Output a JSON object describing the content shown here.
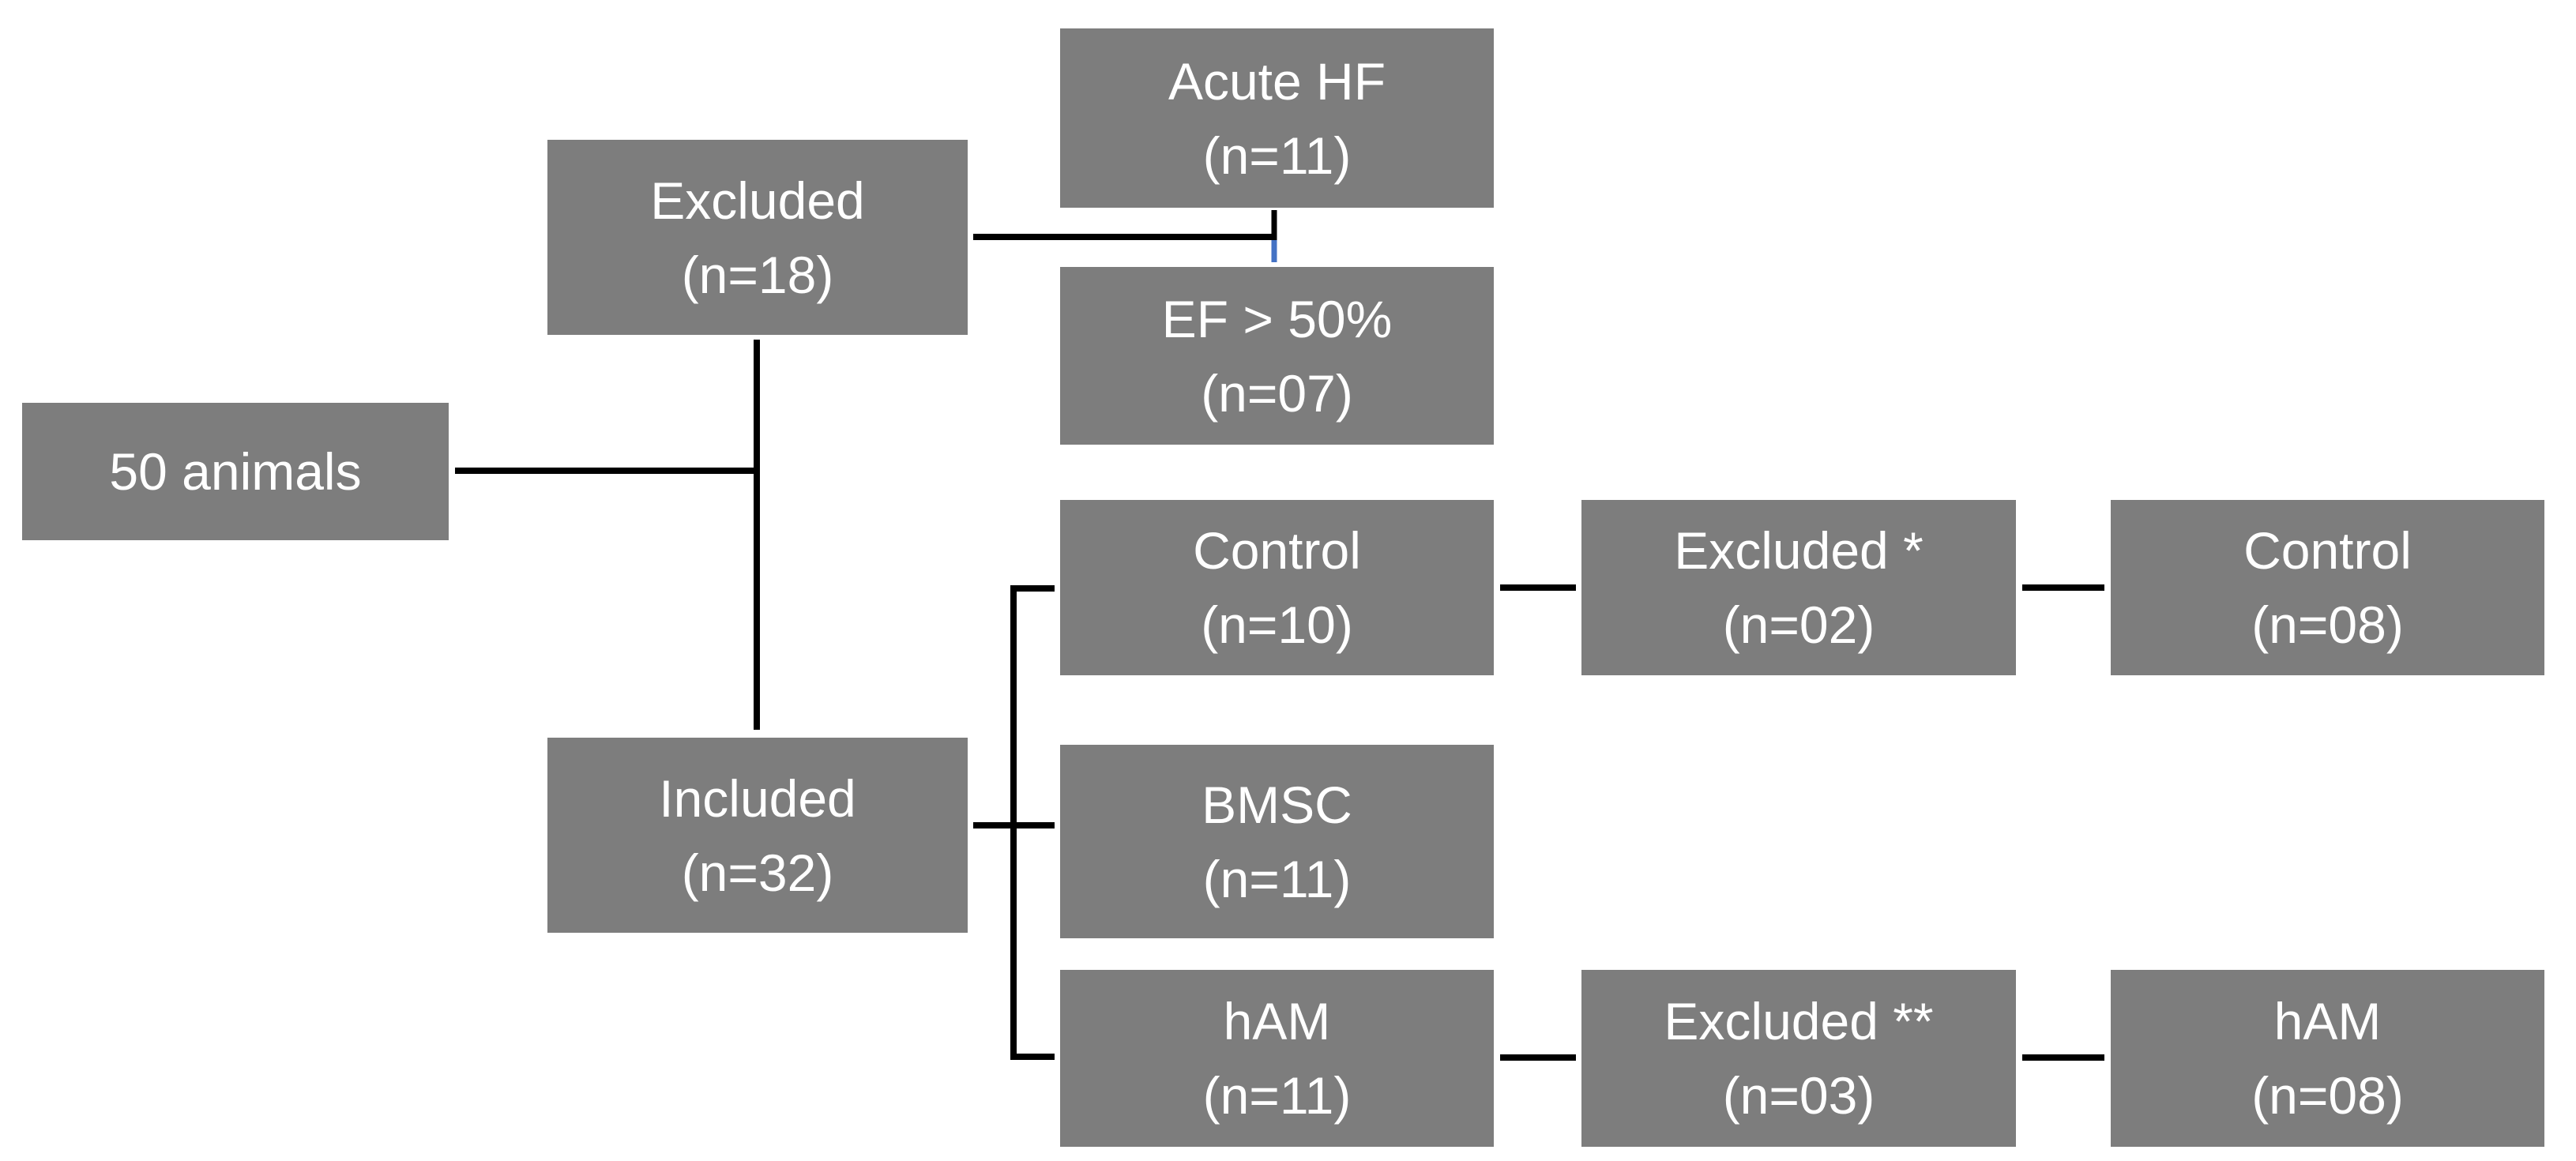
{
  "diagram": {
    "nodes": {
      "total": {
        "label": "50 animals"
      },
      "excluded": {
        "label": "Excluded",
        "count": "(n=18)"
      },
      "acute_hf": {
        "label": "Acute HF",
        "count": "(n=11)"
      },
      "ef_gt_50": {
        "label": "EF > 50%",
        "count": "(n=07)"
      },
      "control_initial": {
        "label": "Control",
        "count": "(n=10)"
      },
      "control_excluded": {
        "label": "Excluded *",
        "count": "(n=02)"
      },
      "control_final": {
        "label": "Control",
        "count": "(n=08)"
      },
      "included": {
        "label": "Included",
        "count": "(n=32)"
      },
      "bmsc": {
        "label": "BMSC",
        "count": "(n=11)"
      },
      "ham_initial": {
        "label": "hAM",
        "count": "(n=11)"
      },
      "ham_excluded": {
        "label": "Excluded **",
        "count": "(n=03)"
      },
      "ham_final": {
        "label": "hAM",
        "count": "(n=08)"
      }
    },
    "colors": {
      "box_fill": "#7d7d7d",
      "box_text": "#ffffff",
      "line": "#000000",
      "accent_line": "#4472c4",
      "background": "#ffffff"
    }
  }
}
